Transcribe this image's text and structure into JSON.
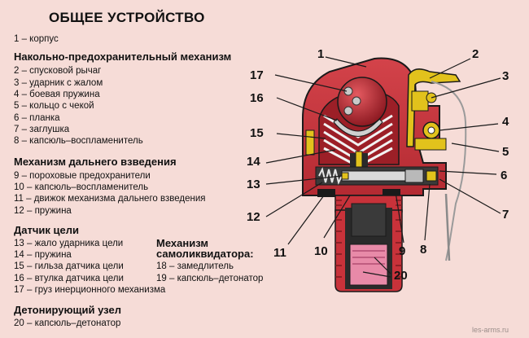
{
  "title": "ОБЩЕЕ УСТРОЙСТВО",
  "legend": {
    "item1": "1 – корпус",
    "section_impact": "Накольно-предохранительный механизм",
    "impact_items": [
      "2 – спусковой рычаг",
      "3 – ударник с жалом",
      "4 – боевая пружина",
      "5 – кольцо с чекой",
      "6 – планка",
      "7 – заглушка",
      "8 – капсюль–воспламенитель"
    ],
    "section_arming": "Механизм дальнего взведения",
    "arming_items": [
      "9 – пороховые предохранители",
      "10 – капсюль–воспламенитель",
      "11 – движок механизма дальнего взведения",
      "12 – пружина"
    ],
    "section_sensor": "Датчик цели",
    "sensor_items": [
      "13 – жало ударника цели",
      "14 – пружина",
      "15 – гильза  датчика цели",
      "16 – втулка  датчика цели",
      "17 – груз инерционного механизма"
    ],
    "section_self_destruct_1": "Механизм",
    "section_self_destruct_2": "самоликвидатора:",
    "self_destruct_items": [
      "18 – замедлитель",
      "19 – капсюль–детонатор"
    ],
    "section_detonating": "Детонирующий узел",
    "detonating_items": [
      "20 – капсюль–детонатор"
    ]
  },
  "callouts": [
    "1",
    "2",
    "3",
    "4",
    "5",
    "6",
    "7",
    "8",
    "9",
    "10",
    "11",
    "12",
    "13",
    "14",
    "15",
    "16",
    "17",
    "20"
  ],
  "watermark": "les-arms.ru",
  "colors": {
    "background": "#f6dcd7",
    "body_red": "#c8323a",
    "dark_red": "#9c1f27",
    "yellow": "#e2c21c",
    "detonator_pink": "#e88aa8",
    "black": "#1a1a1a"
  }
}
